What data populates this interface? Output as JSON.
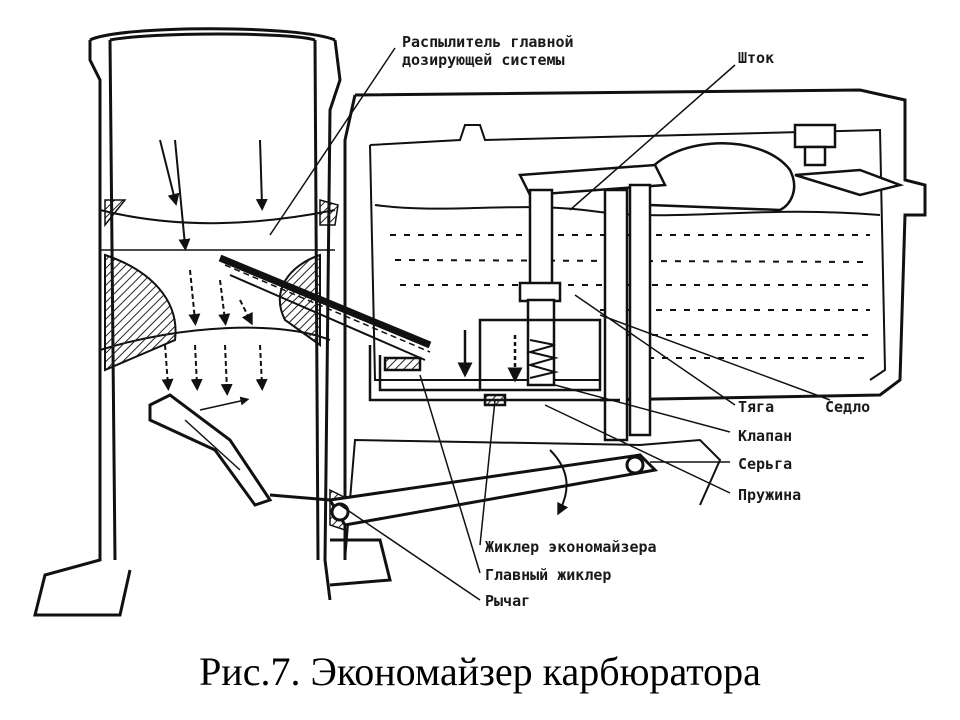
{
  "diagram": {
    "labels": {
      "sprayer_line1": "Распылитель главной",
      "sprayer_line2": "дозирующей системы",
      "rod": "Шток",
      "link": "Тяга",
      "seat": "Седло",
      "valve": "Клапан",
      "earring": "Серьга",
      "spring": "Пружина",
      "econ_jet": "Жиклер экономайзера",
      "main_jet": "Главный жиклер",
      "lever": "Рычаг"
    },
    "caption": "Рис.7. Экономайзер карбюратора"
  }
}
